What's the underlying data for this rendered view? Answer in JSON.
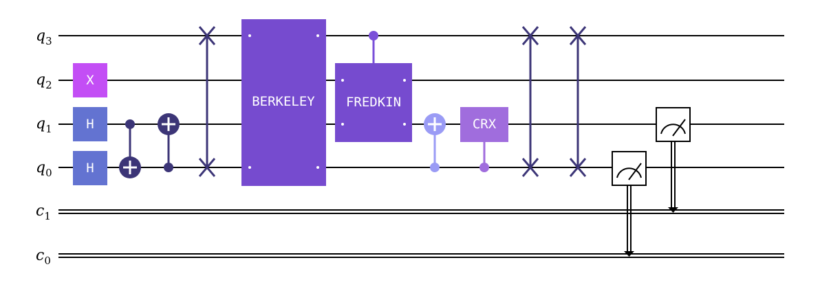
{
  "colors": {
    "x_gate": "#c34ef5",
    "h_gate": "#6373d1",
    "cx": "#3c3577",
    "swap": "#3c3577",
    "berkeley": "#764bcf",
    "fredkin": "#764bcf",
    "fredkin_control": "#7a4fd9",
    "cx_light": "#9a9bf5",
    "crx": "#a06ddd",
    "wire": "#000000",
    "gate_text": "#ffffff"
  },
  "wires": {
    "quantum": [
      {
        "name": "q",
        "index": "3"
      },
      {
        "name": "q",
        "index": "2"
      },
      {
        "name": "q",
        "index": "1"
      },
      {
        "name": "q",
        "index": "0"
      }
    ],
    "classical": [
      {
        "name": "c",
        "index": "1"
      },
      {
        "name": "c",
        "index": "0"
      }
    ]
  },
  "gates": {
    "x_label": "X",
    "h_label": "H",
    "berkeley_label": "BERKELEY",
    "fredkin_label": "FREDKIN",
    "crx_label": "CRX"
  },
  "icons": {
    "measure": "meter-icon",
    "cnot_target": "plus-circle-icon",
    "swap": "cross-icon"
  }
}
